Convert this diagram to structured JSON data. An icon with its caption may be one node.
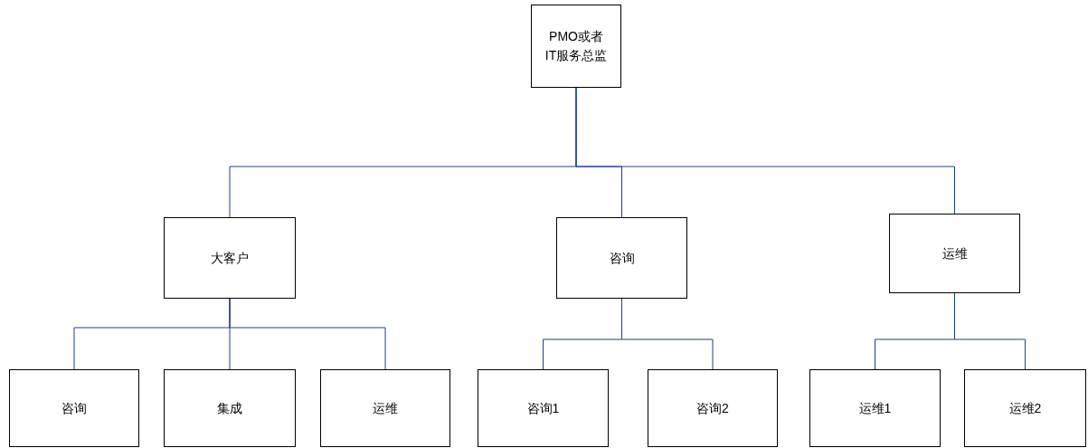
{
  "diagram": {
    "nodes": [
      {
        "text": [
          "PMO或者IT服务总监"
        ]
      },
      {
        "text": [
          "大客户"
        ]
      },
      {
        "text": [
          "咨询"
        ]
      },
      {
        "text": [
          "运维"
        ]
      },
      {
        "text": [
          "咨询"
        ]
      },
      {
        "text": [
          "集成"
        ]
      },
      {
        "text": [
          "运维"
        ]
      },
      {
        "text": [
          "咨询1"
        ]
      },
      {
        "text": [
          "咨询2"
        ]
      },
      {
        "text": [
          "运维1"
        ]
      },
      {
        "text": [
          "运维2"
        ]
      }
    ],
    "edges": [
      {
        "from": 0,
        "to": 1,
        "arrow": "none"
      },
      {
        "from": 0,
        "to": 2,
        "arrow": "none"
      },
      {
        "from": 0,
        "to": 3,
        "arrow": "none"
      },
      {
        "from": 1,
        "to": 4,
        "arrow": "none"
      },
      {
        "from": 1,
        "to": 5,
        "arrow": "none"
      },
      {
        "from": 1,
        "to": 6,
        "arrow": "none"
      },
      {
        "from": 2,
        "to": 7,
        "arrow": "none"
      },
      {
        "from": 2,
        "to": 8,
        "arrow": "none"
      },
      {
        "from": 3,
        "to": 9,
        "arrow": "none"
      },
      {
        "from": 3,
        "to": 10,
        "arrow": "none"
      }
    ]
  }
}
